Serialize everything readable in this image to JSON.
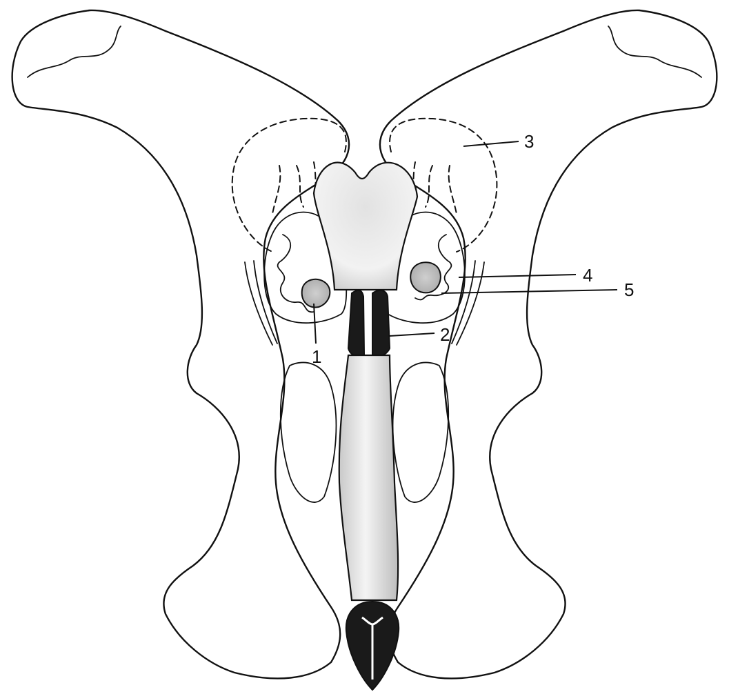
{
  "labels": {
    "l1": "1",
    "l2": "2",
    "l3": "3",
    "l4": "4",
    "l5": "5"
  },
  "colors": {
    "line": "#111111",
    "organ_fill_light": "#ececec",
    "organ_fill_shade": "#bdbdbd",
    "dark_tissue": "#1a1a1a",
    "background": "#ffffff"
  }
}
